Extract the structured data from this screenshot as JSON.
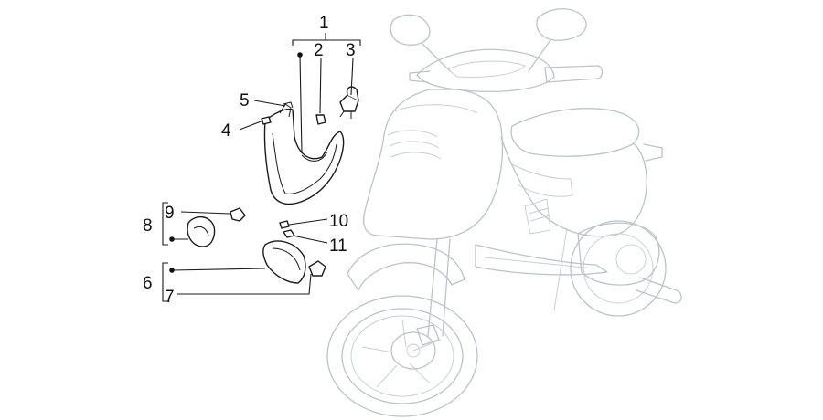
{
  "callouts": {
    "c1": "1",
    "c2": "2",
    "c3": "3",
    "c4": "4",
    "c5": "5",
    "c6": "6",
    "c7": "7",
    "c8": "8",
    "c9": "9",
    "c10": "10",
    "c11": "11"
  },
  "colors": {
    "background": "#ffffff",
    "ghost_outline": "#b9c4cc",
    "part_outline": "#1a1a1a"
  }
}
